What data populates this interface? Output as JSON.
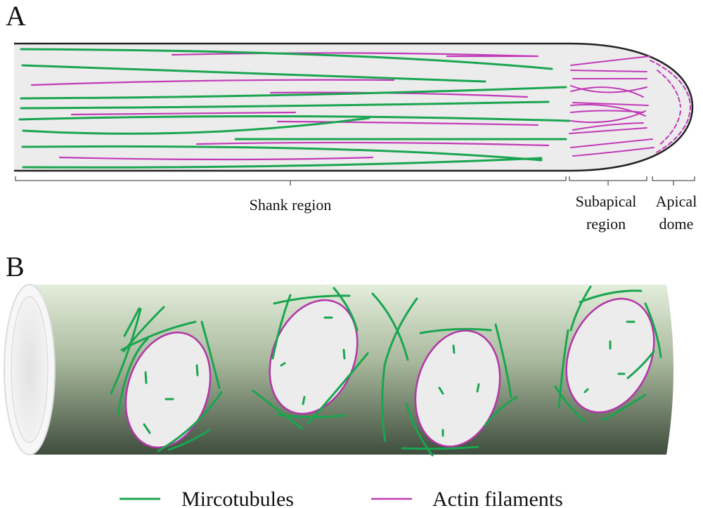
{
  "panel_a": {
    "letter": "A",
    "regions": {
      "shank": "Shank region",
      "subapical_1": "Subapical",
      "subapical_2": "region",
      "apical_1": "Apical",
      "apical_2": "dome"
    }
  },
  "panel_b": {
    "letter": "B"
  },
  "legend": {
    "microtubules": "Mircotubules",
    "actin": "Actin filaments"
  },
  "colors": {
    "microtubule": "#1aa550",
    "actin": "#c23ab8",
    "cell_fill": "#ececec",
    "outline": "#222222"
  }
}
